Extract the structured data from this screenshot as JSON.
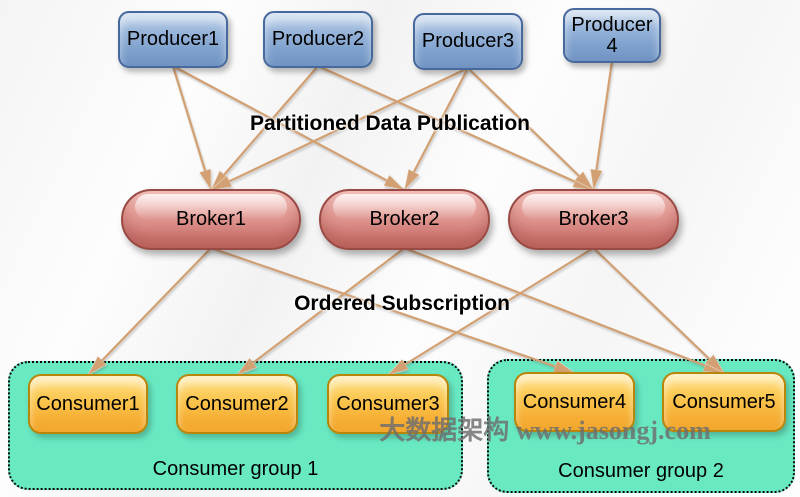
{
  "diagram": {
    "section_labels": {
      "publication": "Partitioned Data Publication",
      "subscription": "Ordered Subscription"
    },
    "watermark": "大数据架构 www.jasongj.com",
    "colors": {
      "producer_fill": "#8fafd4",
      "producer_border": "#47699b",
      "broker_fill": "#d98680",
      "broker_border": "#9a4a45",
      "consumer_fill": "#f6b93f",
      "consumer_border": "#b8860b",
      "group_fill": "#68e9c2",
      "arrow": "#d2a072",
      "watermark_text": "#6e6e6e"
    },
    "nodes": {
      "producer1": {
        "label": "Producer1"
      },
      "producer2": {
        "label": "Producer2"
      },
      "producer3": {
        "label": "Producer3"
      },
      "producer4": {
        "line1": "Producer",
        "line2": "4"
      },
      "broker1": {
        "label": "Broker1"
      },
      "broker2": {
        "label": "Broker2"
      },
      "broker3": {
        "label": "Broker3"
      },
      "consumer1": {
        "label": "Consumer1"
      },
      "consumer2": {
        "label": "Consumer2"
      },
      "consumer3": {
        "label": "Consumer3"
      },
      "consumer4": {
        "label": "Consumer4"
      },
      "consumer5": {
        "label": "Consumer5"
      }
    },
    "groups": {
      "group1": {
        "label": "Consumer group 1"
      },
      "group2": {
        "label": "Consumer group 2"
      }
    },
    "edges": [
      {
        "from": "producer1",
        "to": "broker1"
      },
      {
        "from": "producer1",
        "to": "broker2"
      },
      {
        "from": "producer2",
        "to": "broker1"
      },
      {
        "from": "producer2",
        "to": "broker3"
      },
      {
        "from": "producer3",
        "to": "broker1"
      },
      {
        "from": "producer3",
        "to": "broker2"
      },
      {
        "from": "producer3",
        "to": "broker3"
      },
      {
        "from": "producer4",
        "to": "broker3"
      },
      {
        "from": "broker1",
        "to": "consumer1"
      },
      {
        "from": "broker1",
        "to": "consumer4"
      },
      {
        "from": "broker2",
        "to": "consumer2"
      },
      {
        "from": "broker2",
        "to": "consumer5"
      },
      {
        "from": "broker3",
        "to": "consumer3"
      },
      {
        "from": "broker3",
        "to": "consumer5"
      }
    ]
  }
}
